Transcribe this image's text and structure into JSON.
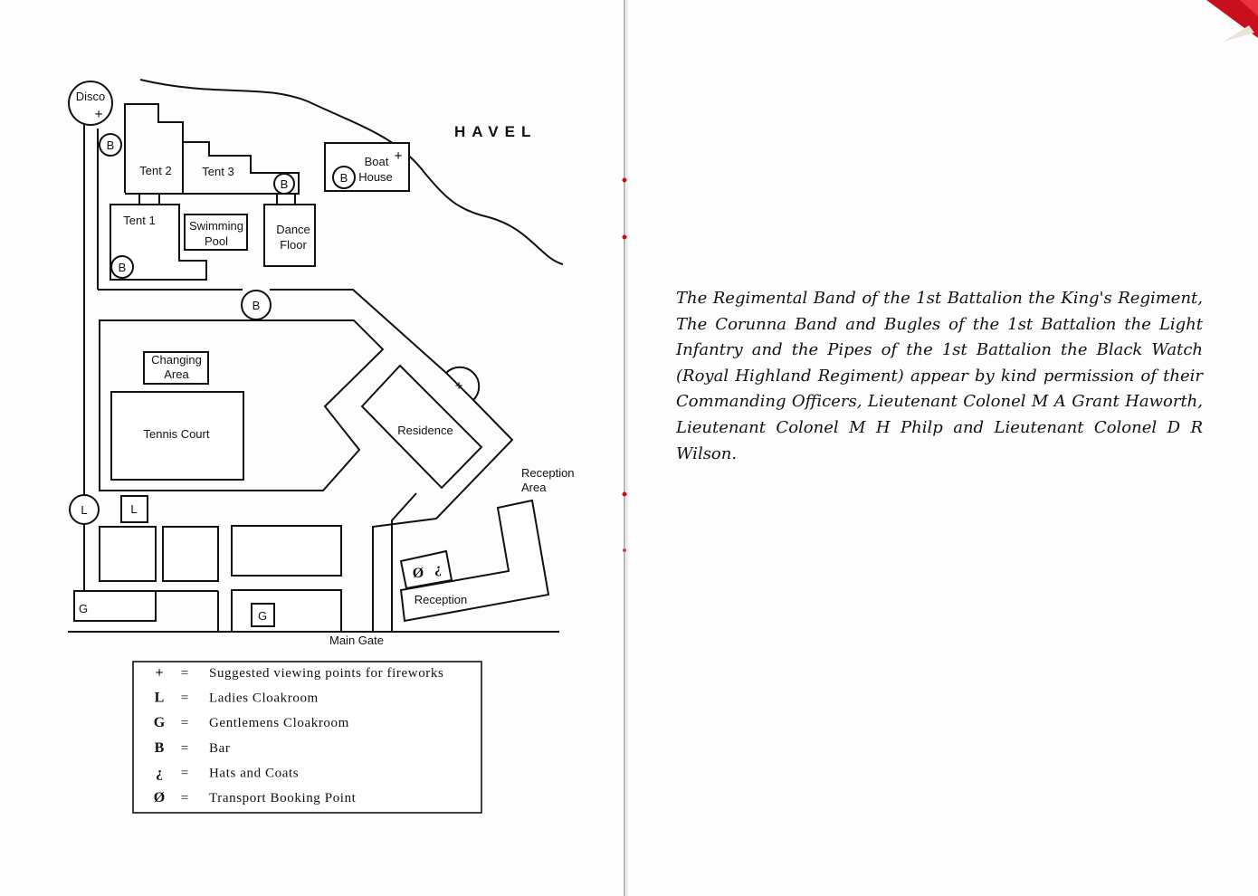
{
  "map": {
    "river_label": "HAVEL",
    "areas": {
      "disco": "Disco",
      "tent_1": "Tent 1",
      "tent_2": "Tent 2",
      "tent_3": "Tent 3",
      "swimming_pool_line1": "Swimming",
      "swimming_pool_line2": "Pool",
      "dance_floor_line1": "Dance",
      "dance_floor_line2": "Floor",
      "boat_house_line1": "Boat",
      "boat_house_line2": "House",
      "changing_area_line1": "Changing",
      "changing_area_line2": "Area",
      "tennis_court": "Tennis Court",
      "residence": "Residence",
      "reception_area_line1": "Reception",
      "reception_area_line2": "Area",
      "reception": "Reception",
      "main_gate": "Main Gate"
    },
    "markers": {
      "bar": "B",
      "ladies": "L",
      "gentlemen": "G",
      "fireworks": "+",
      "transport": "Ø",
      "hats": "¿"
    }
  },
  "legend": {
    "separator": "=",
    "items": [
      {
        "symbol": "+",
        "meaning": "Suggested viewing points for fireworks"
      },
      {
        "symbol": "L",
        "meaning": "Ladies Cloakroom"
      },
      {
        "symbol": "G",
        "meaning": "Gentlemens Cloakroom"
      },
      {
        "symbol": "B",
        "meaning": "Bar"
      },
      {
        "symbol": "¿",
        "meaning": "Hats and Coats"
      },
      {
        "symbol": "Ø",
        "meaning": "Transport Booking Point"
      }
    ]
  },
  "credits": {
    "text": "The Regimental Band of the 1st Battalion the King's Regiment, The Corunna Band and Bugles of the 1st Battalion the Light Infantry and the Pipes of the 1st Battalion the Black Watch (Royal Highland Regiment) appear by kind permission of their Commanding Officers, Lieutenant Colonel M A Grant Haworth, Lieutenant Colonel M H Philp and Lieutenant Colonel D R Wilson."
  },
  "colors": {
    "ink": "#111111",
    "paper": "#fdfdfd",
    "ribbon": "#c8101c"
  }
}
